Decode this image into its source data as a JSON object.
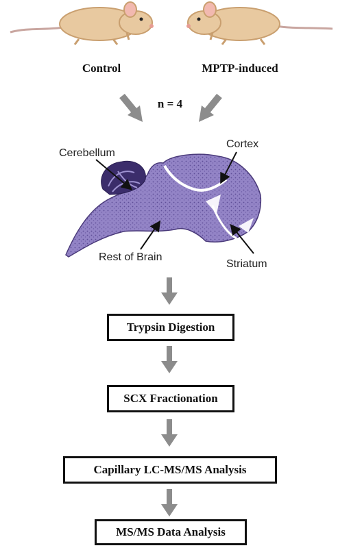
{
  "groups": {
    "control_label": "Control",
    "mptp_label": "MPTP-induced",
    "n_label": "n = 4"
  },
  "brain_regions": {
    "cerebellum": "Cerebellum",
    "cortex": "Cortex",
    "rest_of_brain": "Rest of Brain",
    "striatum": "Striatum"
  },
  "steps": [
    "Trypsin Digestion",
    "SCX Fractionation",
    "Capillary LC-MS/MS Analysis",
    "MS/MS Data Analysis"
  ],
  "colors": {
    "mouse_body": "#e8c9a0",
    "mouse_shade": "#c99f6f",
    "mouse_ear": "#f2b9b0",
    "brain_tissue": "#8e7dc0",
    "brain_dark": "#4a3a7a",
    "gray_arrow": "#8c8c8c"
  }
}
